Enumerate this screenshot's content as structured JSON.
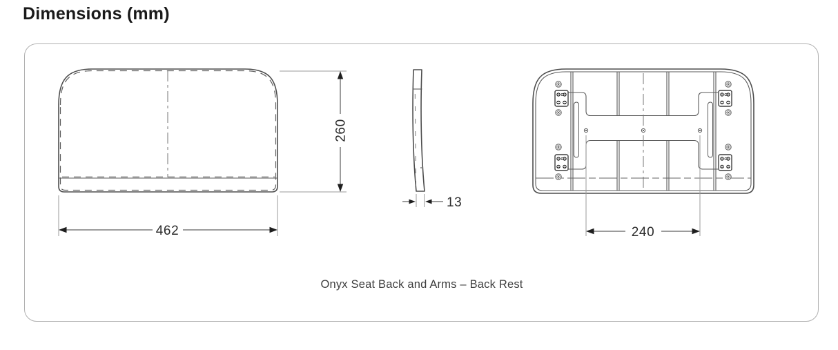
{
  "page": {
    "title": "Dimensions (mm)",
    "caption": "Onyx Seat Back and Arms – Back Rest",
    "units": "mm"
  },
  "dimensions": {
    "front_width": {
      "label": "462",
      "value": 462,
      "unit": "mm"
    },
    "front_height": {
      "label": "260",
      "value": 260,
      "unit": "mm"
    },
    "side_thickness": {
      "label": "13",
      "value": 13,
      "unit": "mm"
    },
    "back_mount_width": {
      "label": "240",
      "value": 240,
      "unit": "mm"
    }
  },
  "colors": {
    "edge_line": "#4d4d4d",
    "dimension_line": "#3a3a3a",
    "dimension_text": "#2b2b2b",
    "panel_border": "#b0b0b0",
    "background": "#ffffff"
  }
}
